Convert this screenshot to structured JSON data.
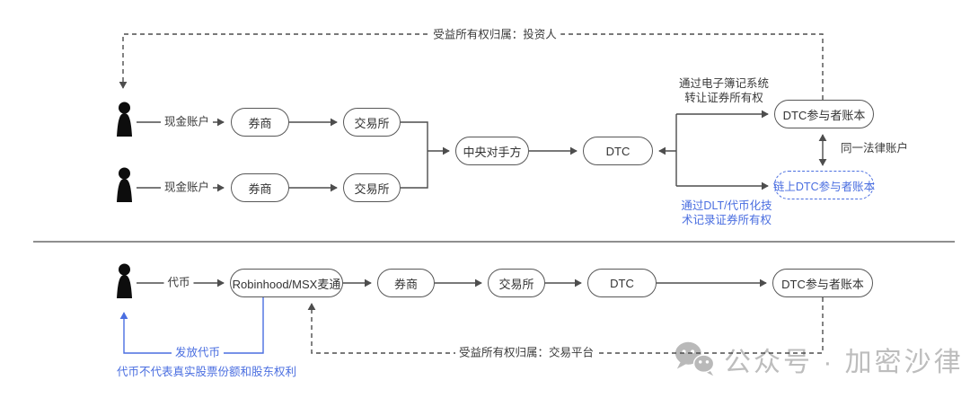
{
  "colors": {
    "accent_blue": "#4a6ee0",
    "line_gray": "#4d4d4d",
    "watermark_gray": "#bdbdbd"
  },
  "top": {
    "ownership_note": "受益所有权归属：投资人",
    "cash_account_1": "现金账户",
    "cash_account_2": "现金账户",
    "broker_1": "券商",
    "broker_2": "券商",
    "exchange_1": "交易所",
    "exchange_2": "交易所",
    "ccp": "中央对手方",
    "dtc": "DTC",
    "dtc_ledger": "DTC参与者账本",
    "onchain_dtc_ledger": "链上DTC参与者账本",
    "ebook_note": "通过电子簿记系统\n转让证券所有权",
    "same_legal_account": "同一法律账户",
    "dlt_note": "通过DLT/代币化技\n术记录证券所有权"
  },
  "bottom": {
    "token": "代币",
    "platform": "Robinhood/MSX麦通",
    "broker": "券商",
    "exchange": "交易所",
    "dtc": "DTC",
    "dtc_ledger": "DTC参与者账本",
    "issue_token": "发放代币",
    "token_disclaimer": "代币不代表真实股票份额和股东权利",
    "ownership_note": "受益所有权归属：交易平台"
  },
  "watermark": {
    "text": "公众号 · 加密沙律"
  }
}
